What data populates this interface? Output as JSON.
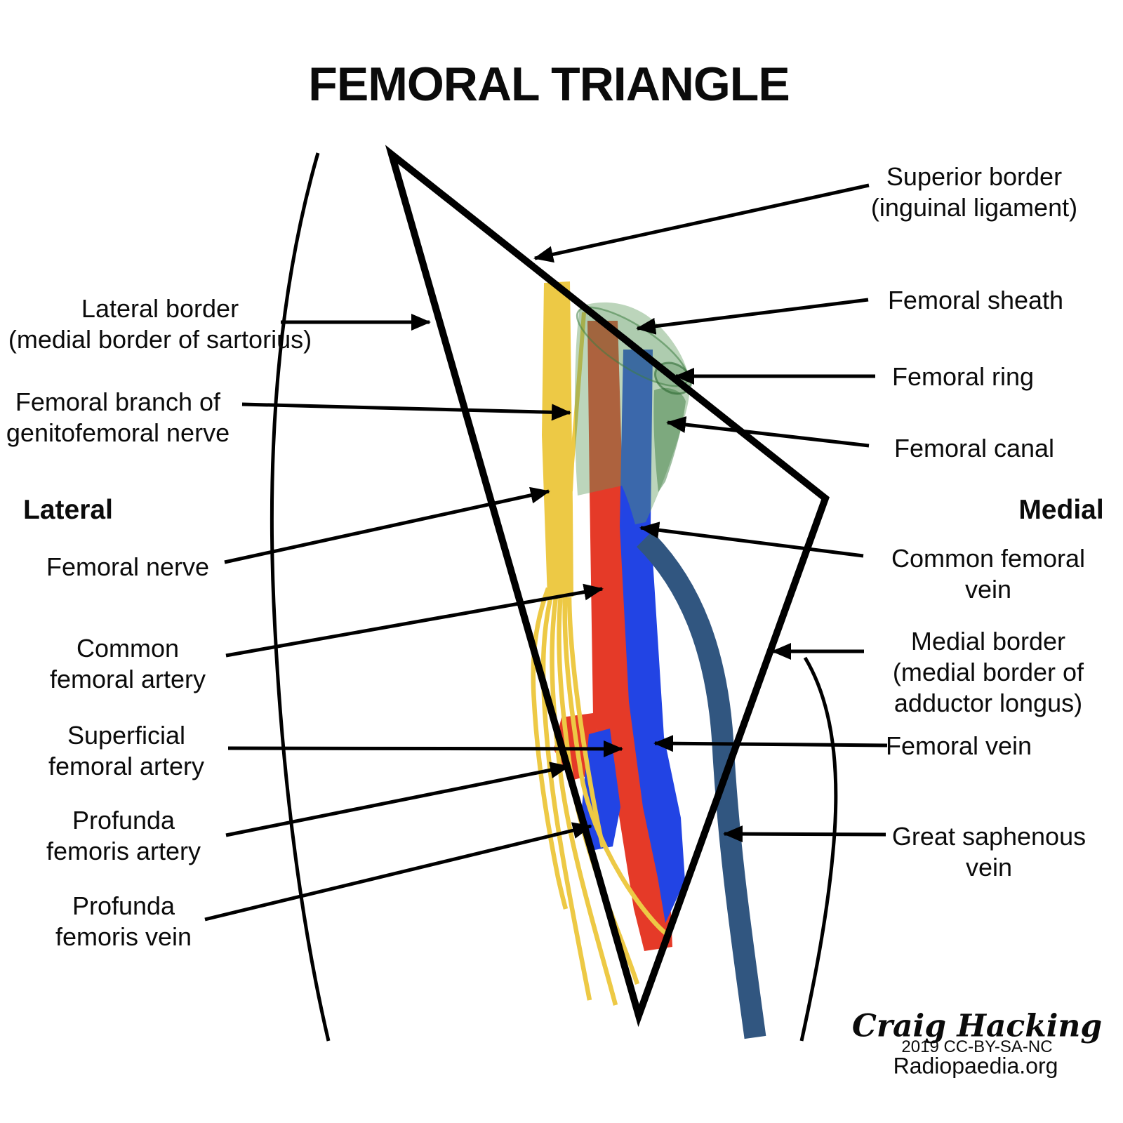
{
  "title": "FEMORAL TRIANGLE",
  "orientation": {
    "lateral": "Lateral",
    "medial": "Medial"
  },
  "labels": {
    "lateral_border": {
      "lines": [
        "Lateral border",
        "(medial border of sartorius)"
      ]
    },
    "femoral_branch_genitofemoral": {
      "lines": [
        "Femoral branch of",
        "genitofemoral nerve"
      ]
    },
    "femoral_nerve": {
      "lines": [
        "Femoral nerve"
      ]
    },
    "common_femoral_artery": {
      "lines": [
        "Common",
        "femoral artery"
      ]
    },
    "superficial_femoral_artery": {
      "lines": [
        "Superficial",
        "femoral artery"
      ]
    },
    "profunda_femoris_artery": {
      "lines": [
        "Profunda",
        "femoris artery"
      ]
    },
    "profunda_femoris_vein": {
      "lines": [
        "Profunda",
        "femoris vein"
      ]
    },
    "superior_border": {
      "lines": [
        "Superior border",
        "(inguinal ligament)"
      ]
    },
    "femoral_sheath": {
      "lines": [
        "Femoral sheath"
      ]
    },
    "femoral_ring": {
      "lines": [
        "Femoral ring"
      ]
    },
    "femoral_canal": {
      "lines": [
        "Femoral canal"
      ]
    },
    "common_femoral_vein": {
      "lines": [
        "Common femoral",
        "vein"
      ]
    },
    "medial_border": {
      "lines": [
        "Medial border",
        "(medial border of",
        "adductor longus)"
      ]
    },
    "femoral_vein": {
      "lines": [
        "Femoral vein"
      ]
    },
    "great_saphenous_vein": {
      "lines": [
        "Great saphenous",
        "vein"
      ]
    }
  },
  "attribution": {
    "author": "Craig Hacking",
    "license": "2019 CC-BY-SA-NC",
    "site": "Radiopaedia.org"
  },
  "colors": {
    "nerve_yellow": "#EDC945",
    "artery_red": "#E53A28",
    "vein_blue": "#2244E4",
    "saphenous_navy": "#315680",
    "sheath_green": "#5F9C5C",
    "sheath_green_dark": "#3E7D41",
    "line_black": "#000000"
  }
}
